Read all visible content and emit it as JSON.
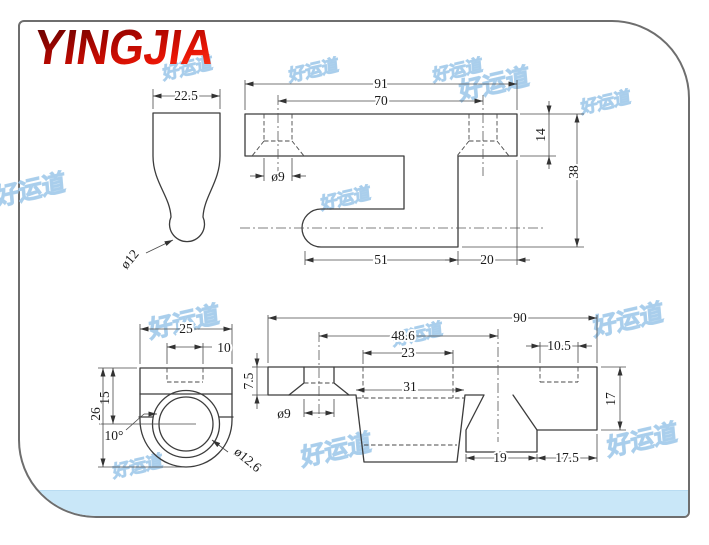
{
  "brand": {
    "logo_text": "YINGJIA"
  },
  "watermark": {
    "text": "好运道"
  },
  "colors": {
    "logo_red_dark": "#6b0000",
    "logo_red_bright": "#ff2a12",
    "band_blue": "#c9e7f8",
    "watermark_blue": "#9cc7e9",
    "line_gray": "#3c3c3c"
  },
  "views": {
    "front_stem": {
      "name": "front view of stem",
      "dims": {
        "width": "22.5",
        "hole": "ø12"
      }
    },
    "front_bar": {
      "name": "front view of latch bar",
      "dims": {
        "overall": "91",
        "hole_spacing": "70",
        "hole_dia": "ø9",
        "bar_height": "14",
        "total_height": "38",
        "arm_length": "51",
        "tail": "20"
      }
    },
    "side_stem": {
      "name": "side view of stem barrel",
      "dims": {
        "width": "25",
        "slot": "10",
        "height": "26",
        "upper_height": "15",
        "angle": "10°",
        "bore": "ø12.6"
      }
    },
    "bottom_bar": {
      "name": "bottom view of latch bar",
      "dims": {
        "overall": "90",
        "center_span": "48.6",
        "slot_top": "23",
        "arm_width": "31",
        "hole_dia": "ø9",
        "bar_thickness": "7.5",
        "slot_right": "10.5",
        "step_height": "17",
        "catch_width": "19",
        "tail": "17.5"
      }
    }
  }
}
